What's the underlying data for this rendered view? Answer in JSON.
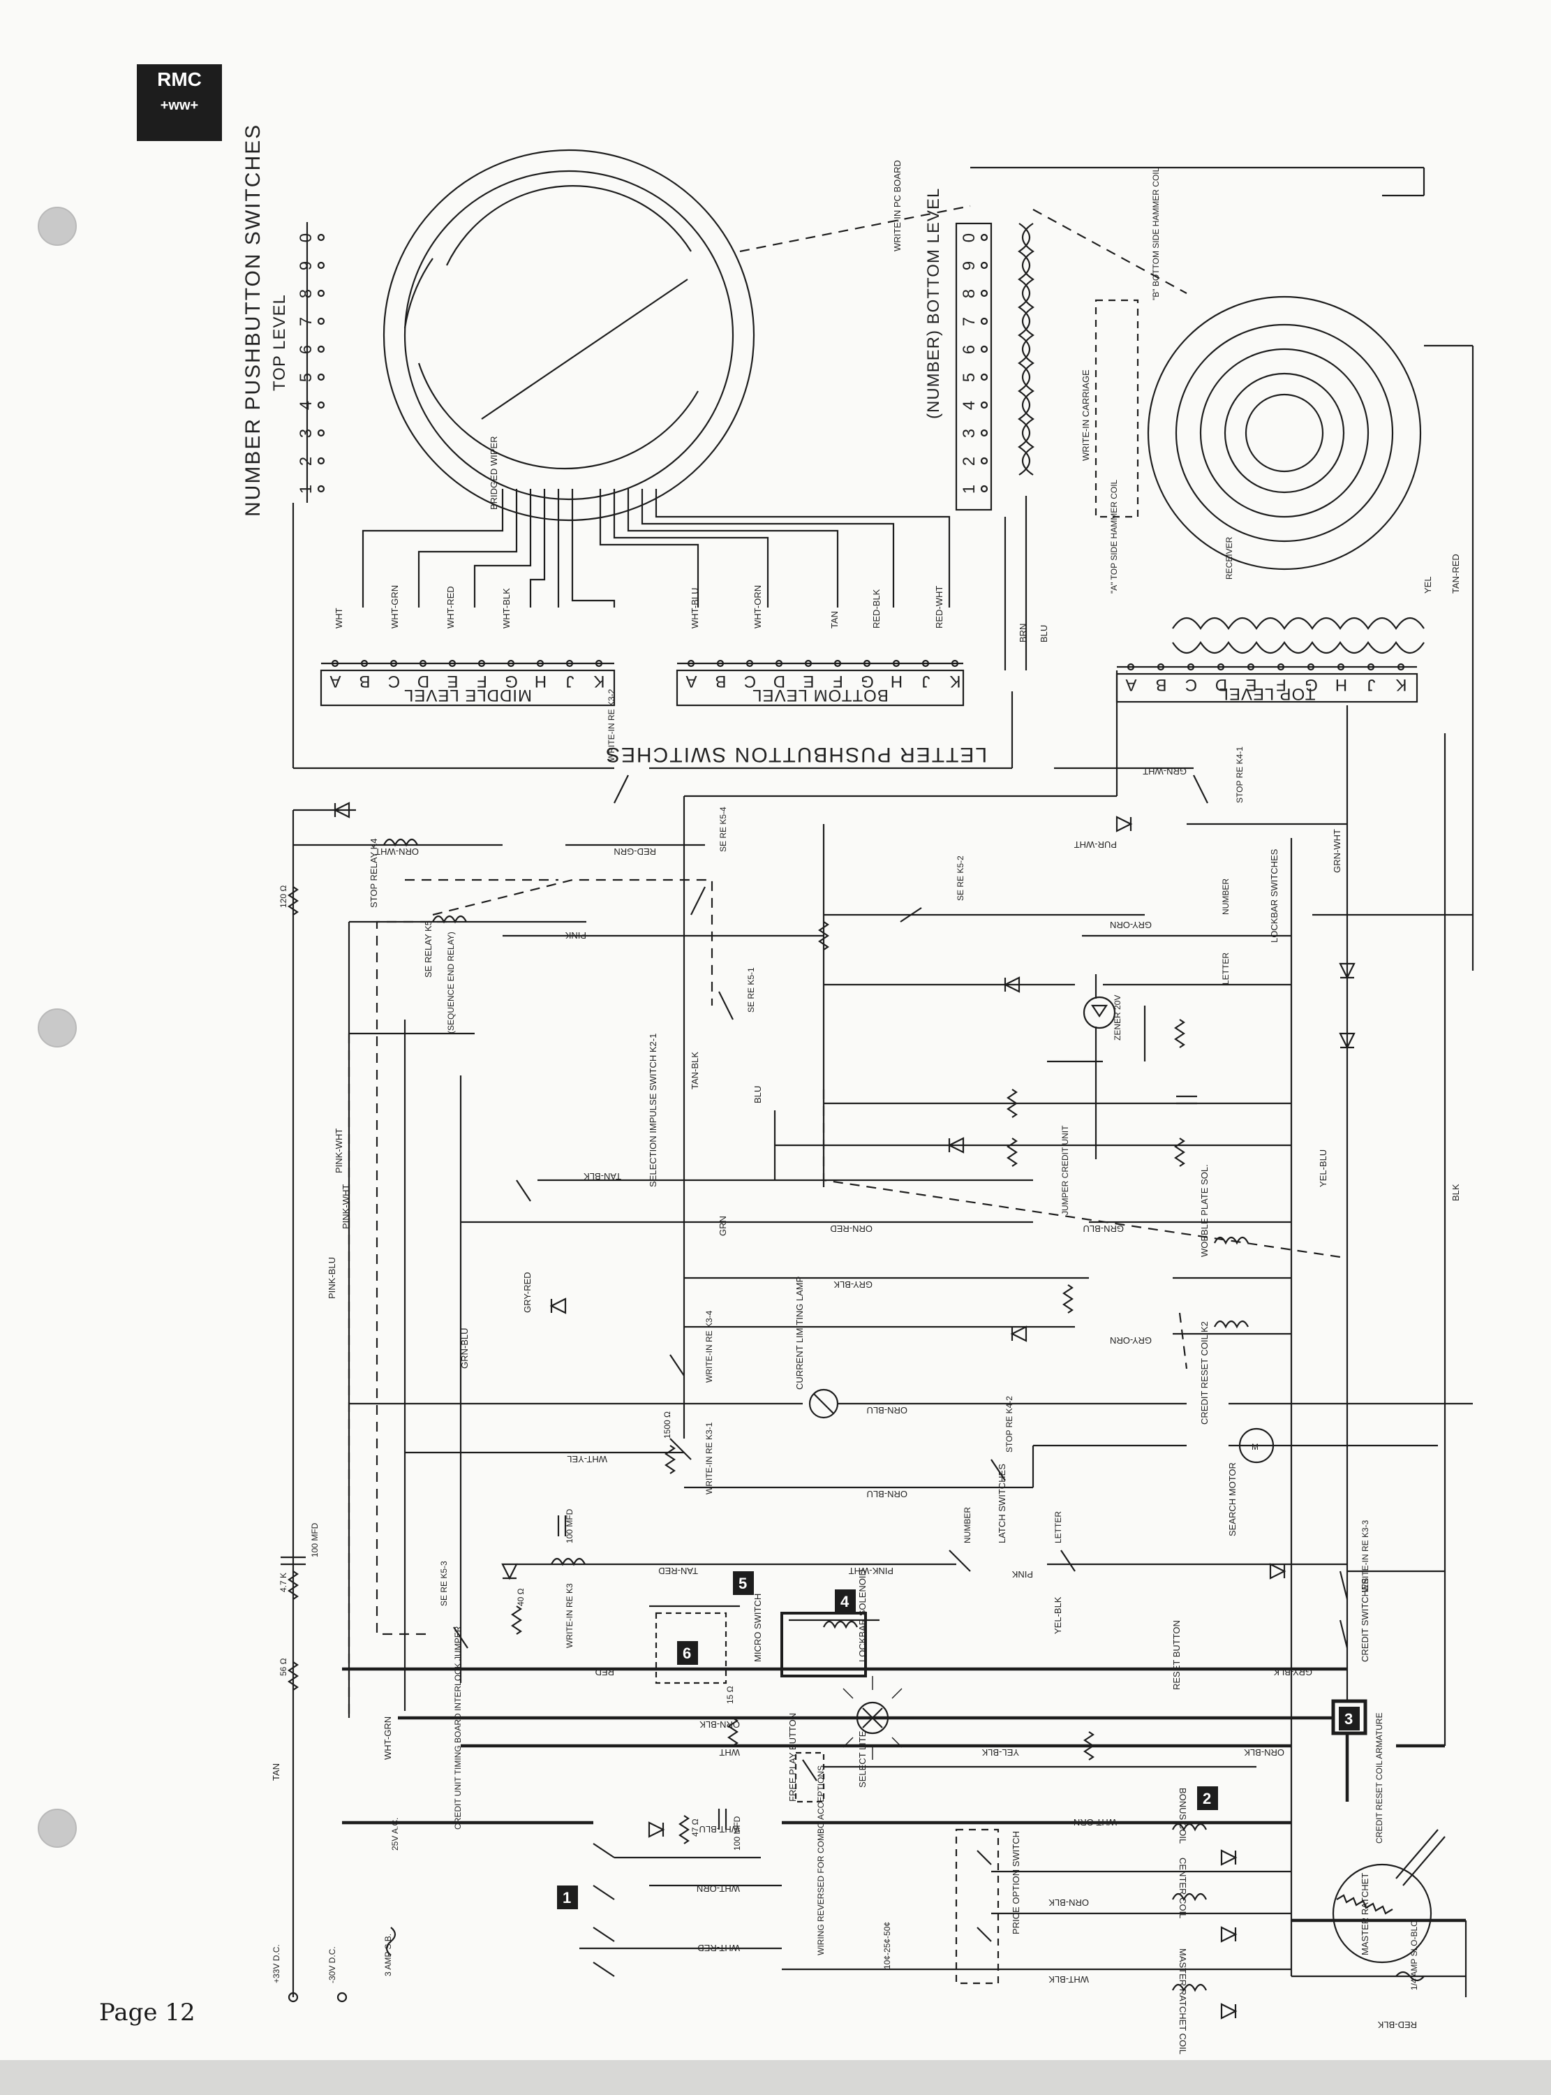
{
  "page": {
    "number_label": "Page 12"
  },
  "logo": {
    "line1": "RMC",
    "line2": "+ww+"
  },
  "sections": {
    "number_pushbuttons": "NUMBER PUSHBUTTON SWITCHES",
    "number_top_level": "TOP LEVEL",
    "number_bottom_level": "(NUMBER) BOTTOM LEVEL",
    "letter_pushbuttons": "LETTER PUSHBUTTON SWITCHES",
    "letter_middle_level": "MIDDLE LEVEL",
    "letter_bottom_level": "BOTTOM LEVEL",
    "carriage_top_level": "TOP LEVEL",
    "write_in_carriage": "WRITE-IN CARRIAGE",
    "write_in_pc_board": "WRITE-IN PC BOARD",
    "bridged_wiper": "BRIDGED WIPER"
  },
  "digits_top": [
    "1",
    "2",
    "3",
    "4",
    "5",
    "6",
    "7",
    "8",
    "9",
    "0"
  ],
  "digits_bottom": [
    "1",
    "2",
    "3",
    "4",
    "5",
    "6",
    "7",
    "8",
    "9",
    "0"
  ],
  "letters": [
    "A",
    "B",
    "C",
    "D",
    "E",
    "F",
    "G",
    "H",
    "J",
    "K"
  ],
  "components": {
    "stop_relay": "STOP RELAY K4",
    "se_relay": "SE RELAY K5",
    "sequence_end_relay": "(SEQUENCE END RELAY)",
    "selection_impulse_switch": "SELECTION IMPULSE SWITCH K2-1",
    "current_limiting_lamp": "CURRENT LIMITING LAMP",
    "credit_reset_coil": "CREDIT RESET COIL K2",
    "wobble_plate_sol": "WOBBLE PLATE SOL.",
    "search_motor": "SEARCH MOTOR",
    "latch_switches": "LATCH SWITCHES",
    "lockbar_switches": "LOCKBAR SWITCHES",
    "lockbar_solenoid": "LOCKBAR SOLENOID",
    "micro_switch": "MICRO SWITCH",
    "reset_button": "RESET BUTTON",
    "credit_switches": "CREDIT SWITCHES",
    "select_lite": "SELECT LITE",
    "free_play_button": "FREE PLAY BUTTON",
    "price_option_switch": "PRICE OPTION SWITCH",
    "wiring_reversed": "WIRING REVERSED FOR COMBO ACCEPTIONS",
    "coin_values": "10¢-25¢-50¢",
    "bonus_coil": "BONUS COIL",
    "center_coil": "CENTER COIL",
    "master_ratchet_coil": "MASTER RATCHET COIL",
    "master_ratchet": "MASTER RATCHET",
    "credit_reset_coil_armature": "CREDIT RESET COIL ARMATURE",
    "fuse_small": "1/4 AMP SLO-BLO",
    "fuse_main": "3 AMP S.B.",
    "supply_plus": "+33V D.C.",
    "supply_minus": "-30V D.C.",
    "supply_ac": "25V A.C.",
    "credit_unit_jumper": "CREDIT UNIT TIMING BOARD INTERLOCK JUMPER",
    "jumper_credit_unit": "JUMPER CREDIT UNIT",
    "receiver": "RECEIVER",
    "top_side_hammer_coil": "\"A\" TOP SIDE HAMMER COIL",
    "bottom_side_hammer_coil": "\"B\" BOTTOM SIDE HAMMER COIL",
    "write_in_re_k3": "WRITE-IN RE K3",
    "write_in_re_k3_1": "WRITE-IN RE K3-1",
    "write_in_re_k3_2": "WRITE-IN RE K3-2",
    "write_in_re_k3_3": "WRITE-IN RE K3-3",
    "write_in_re_k3_4": "WRITE-IN RE K3-4",
    "stop_re_k4_1": "STOP RE K4-1",
    "stop_re_k4_2": "STOP RE K4-2",
    "se_re_k5_1": "SE RE K5-1",
    "se_re_k5_2": "SE RE K5-2",
    "se_re_k5_3": "SE RE K5-3",
    "se_re_k5_4": "SE RE K5-4",
    "number": "NUMBER",
    "letter": "LETTER",
    "cap_100mfd": "100 MFD",
    "r_120": "120 Ω",
    "r_1500": "1500 Ω",
    "r_56": "56 Ω",
    "r_47": "47 Ω",
    "r_40": "40 Ω",
    "r_4_7k": "4.7 K",
    "r_15": "15 Ω",
    "d_zener": "ZENER 20V"
  },
  "badges": [
    "1",
    "2",
    "3",
    "4",
    "5",
    "6"
  ],
  "wire_labels": [
    "WHT",
    "WHT-GRN",
    "WHT-RED",
    "WHT-BLK",
    "WHT-YEL",
    "WHT-BLU",
    "WHT-ORN",
    "RED-WHT",
    "RED-BLK",
    "RED-GRN",
    "ORN-WHT",
    "ORN-BLU",
    "ORN-RED",
    "ORN-BLK",
    "GRN-BLU",
    "GRN-WHT",
    "GRY-BLK",
    "GRY-RED",
    "GRY-ORN",
    "YEL-BLU",
    "YEL-BLK",
    "TAN-RED",
    "TAN-BLK",
    "PINK",
    "PINK-WHT",
    "PINK-BLU",
    "PUR-WHT",
    "BRN",
    "BLU",
    "BLK",
    "GRN",
    "RED",
    "TAN",
    "YEL"
  ]
}
